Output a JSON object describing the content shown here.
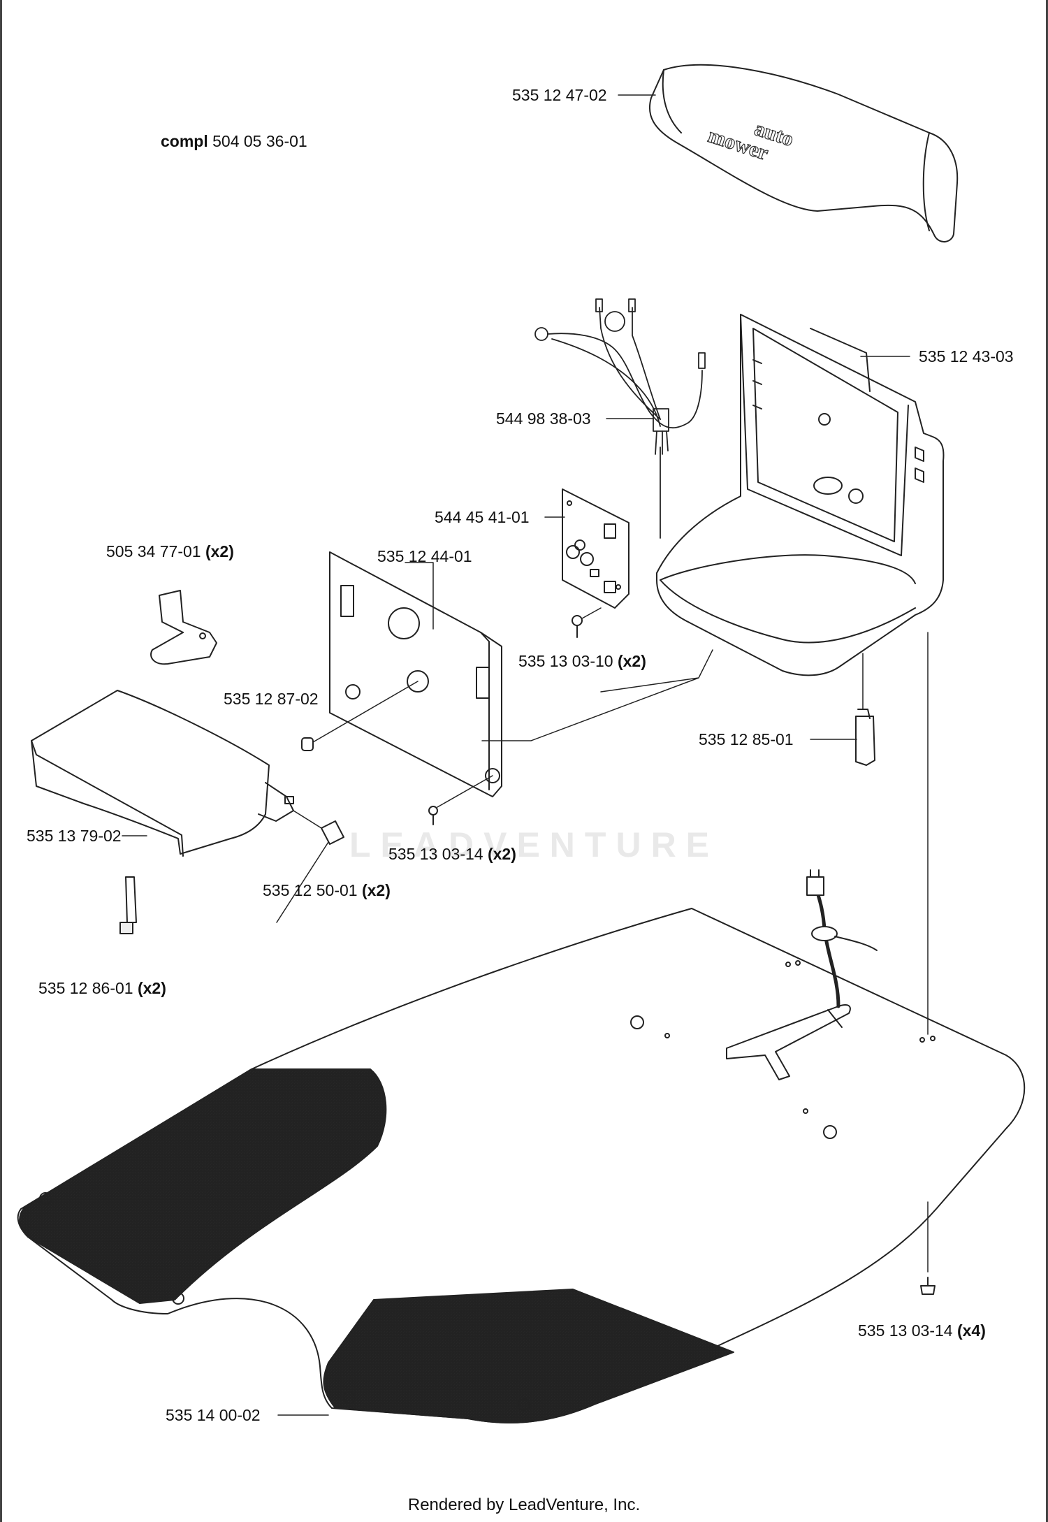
{
  "assembly": {
    "prefix": "compl",
    "number": "504 05 36-01"
  },
  "parts": [
    {
      "number": "535 12 47-02",
      "qty": ""
    },
    {
      "number": "535 12 43-03",
      "qty": ""
    },
    {
      "number": "544 98 38-03",
      "qty": ""
    },
    {
      "number": "544 45 41-01",
      "qty": ""
    },
    {
      "number": "505 34 77-01",
      "qty": "(x2)"
    },
    {
      "number": "535 12 44-01",
      "qty": ""
    },
    {
      "number": "535 13 03-10",
      "qty": "(x2)"
    },
    {
      "number": "535 12 87-02",
      "qty": ""
    },
    {
      "number": "535 12 85-01",
      "qty": ""
    },
    {
      "number": "535 13 79-02",
      "qty": ""
    },
    {
      "number": "535 13 03-14",
      "qty": "(x2)"
    },
    {
      "number": "535 12 50-01",
      "qty": "(x2)"
    },
    {
      "number": "535 12 86-01",
      "qty": "(x2)"
    },
    {
      "number": "535 13 03-14",
      "qty": "(x4)"
    },
    {
      "number": "535 14 00-02",
      "qty": ""
    }
  ],
  "logo_text": {
    "line1": "auto",
    "line2": "mower"
  },
  "watermark": "LEADVENTURE",
  "footer": "Rendered by LeadVenture, Inc."
}
